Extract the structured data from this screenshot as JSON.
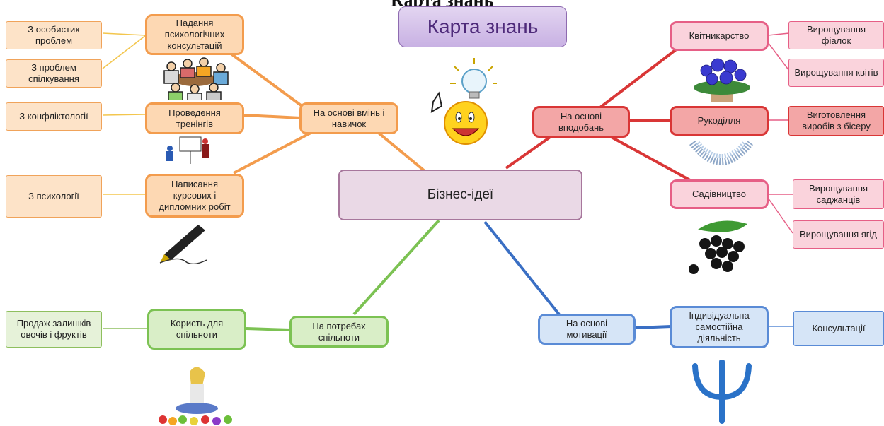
{
  "header_title": "Карта знань",
  "title": "Карта знань",
  "center": "Бізнес-ідеї",
  "colors": {
    "orange": "#f39c4d",
    "red": "#d93636",
    "pink": "#e65f86",
    "green": "#7cc253",
    "blue": "#5a8bd6",
    "center": "#a7779c"
  },
  "skills": {
    "main": "На основі  вмінь і\nнавичок",
    "consult": "Надання\nпсихологічних\nконсультацій",
    "consult_leaves": [
      "З особистих\nпроблем",
      "З проблем\nспілкування"
    ],
    "training": "Проведення\nтренінгів",
    "training_leaf": "З конфліктології",
    "writing": "Написання\nкурсових і\nдипломних робіт",
    "writing_leaf": "З психології"
  },
  "interests": {
    "main": "На основі\nвподобань",
    "flowers": "Квітникарство",
    "flower_leaves": [
      "Вирощування\nфіалок",
      "Вирощування квітів"
    ],
    "handmade": "Рукоділля",
    "handmade_leaf": "Виготовлення\nвиробів з бісеру",
    "garden": "Садівництво",
    "garden_leaves": [
      "Вирощування\nсаджанців",
      "Вирощування ягід"
    ]
  },
  "community": {
    "main": "На потребах\nспільноти",
    "benefit": "Користь для\nспільноти",
    "leaf": "Продаж залишків\nовочів і фруктів"
  },
  "motivation": {
    "main": "На основі\nмотивації",
    "self": "Індивідуальна\nсамостійна\nдіяльність",
    "leaf": "Консультації"
  },
  "icons": [
    "lightbulb-smiley-icon",
    "group-meeting-icon",
    "training-presentation-icon",
    "pen-writing-icon",
    "violets-icon",
    "beads-necklace-icon",
    "blackcurrant-icon",
    "woman-fruits-icon",
    "psi-symbol-icon"
  ]
}
